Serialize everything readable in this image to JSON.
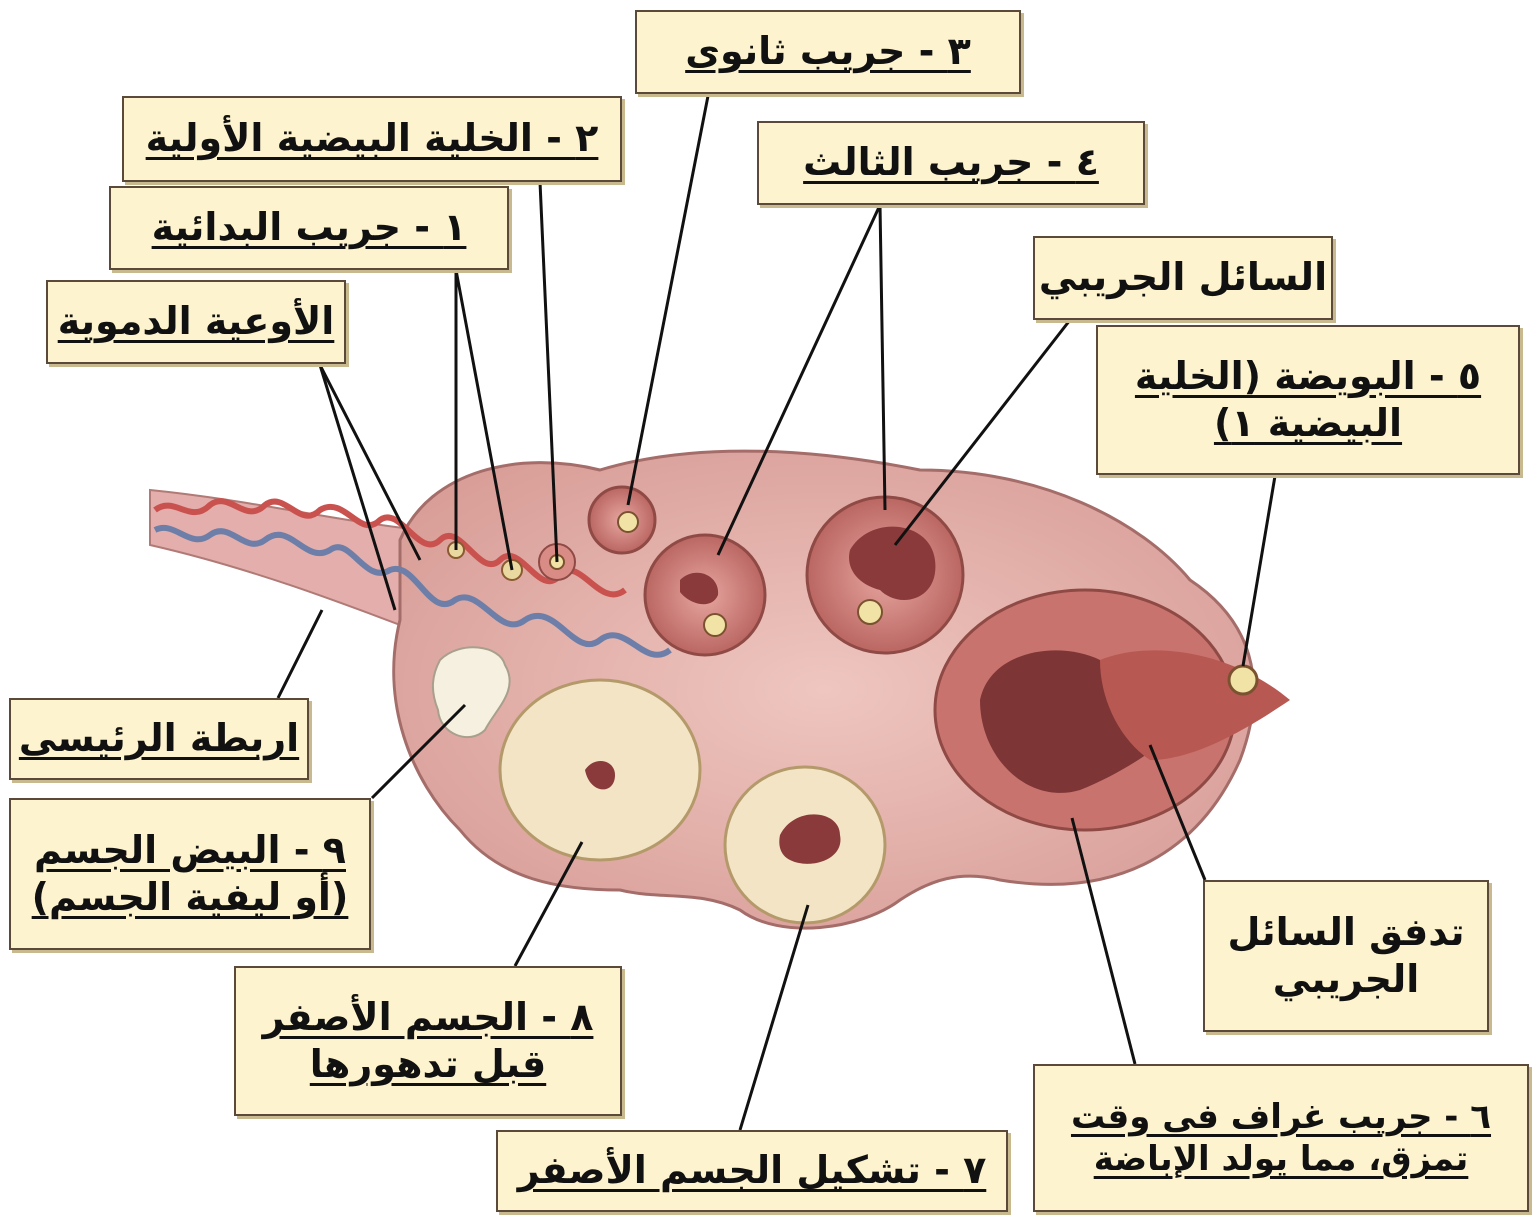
{
  "labels": {
    "primordial": "١ - جريب البدائية",
    "primary_oocyte": "٢ - الخلية البيضية الأولية",
    "secondary": "٣ - جريب ثانوى",
    "tertiary": "٤ - جريب الثالث",
    "fluid": "السائل الجريبي",
    "ovum_1": "٥ - البويضة (الخلية",
    "ovum_2": "البيضية ١)",
    "vessels": "الأوعية الدموية",
    "ligament": "اربطة الرئيسى",
    "albicans_1": "٩ - البيض الجسم",
    "albicans_2": "(أو ليفية الجسم)",
    "luteum_1": "٨ - الجسم الأصفر",
    "luteum_2": "قبل تدهورها",
    "forming": "٧ - تشكيل الجسم الأصفر",
    "outflow_1": "تدفق السائل",
    "outflow_2": "الجريبي",
    "graafian_1": "٦ - جريب غراف فى وقت",
    "graafian_2": "تمزق، مما يولد الإباضة"
  },
  "colors": {
    "label_bg": "#fdf4cf",
    "tissue": "#e6b4b0",
    "artery": "#c9524f",
    "vein": "#6d7fa8",
    "corpus": "#f2e4c4"
  }
}
